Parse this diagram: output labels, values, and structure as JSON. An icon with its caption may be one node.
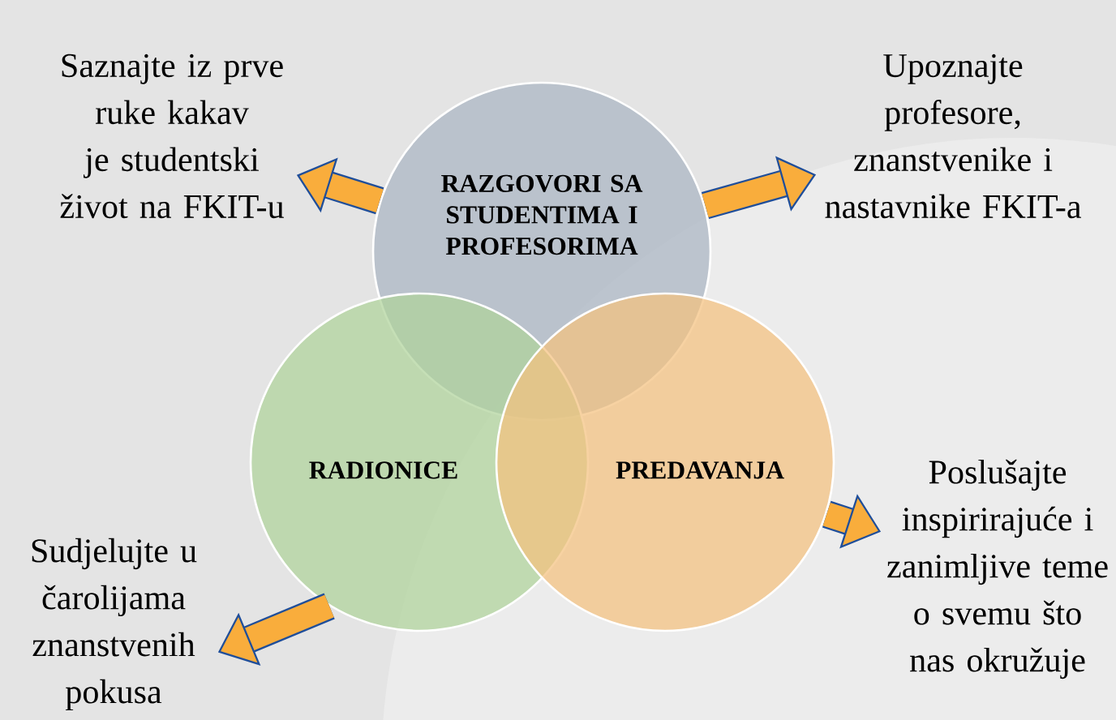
{
  "diagram": {
    "nodes": [
      {
        "text": [
          "RAZGOVORI SA STUDENTIMA I PROFESORIMA"
        ]
      },
      {
        "text": [
          "RADIONICE"
        ]
      },
      {
        "text": [
          "PREDAVANJA"
        ]
      },
      {
        "text": [
          "Saznajte iz prve ruke kakav je studentski život na FKIT-u"
        ]
      },
      {
        "text": [
          "Upoznajte profesore, znanstvenike i nastavnike FKIT-a"
        ]
      },
      {
        "text": [
          "Sudjelujte u čarolijama znanstvenih pokusa"
        ]
      },
      {
        "text": [
          "Poslušajte inspirirajuće i zanimljive teme o svemu što nas okružuje"
        ]
      }
    ],
    "edges": [
      {
        "from": 0,
        "to": 3,
        "arrow": "to"
      },
      {
        "from": 0,
        "to": 4,
        "arrow": "to"
      },
      {
        "from": 1,
        "to": 5,
        "arrow": "to"
      },
      {
        "from": 2,
        "to": 6,
        "arrow": "to"
      }
    ]
  }
}
